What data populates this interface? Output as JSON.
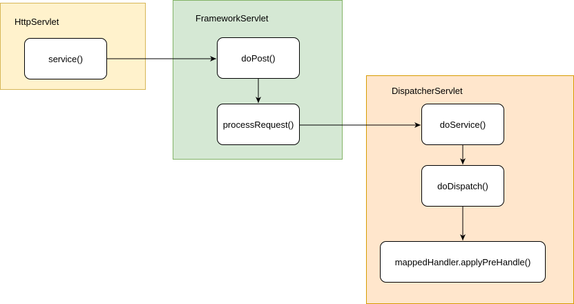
{
  "groups": {
    "http": {
      "title": "HttpServlet",
      "color": "#fff2cc",
      "border": "#d6b656"
    },
    "framework": {
      "title": "FrameworkServlet",
      "color": "#d5e8d4",
      "border": "#82b366"
    },
    "dispatcher": {
      "title": "DispatcherServlet",
      "color": "#ffe6cc",
      "border": "#d79b00"
    }
  },
  "nodes": {
    "service": "service()",
    "do_post": "doPost()",
    "process_request": "processRequest()",
    "do_service": "doService()",
    "do_dispatch": "doDispatch()",
    "apply_pre_handle": "mappedHandler.applyPreHandle()"
  },
  "edges": [
    {
      "from": "service()",
      "to": "doPost()"
    },
    {
      "from": "doPost()",
      "to": "processRequest()"
    },
    {
      "from": "processRequest()",
      "to": "doService()"
    },
    {
      "from": "doService()",
      "to": "doDispatch()"
    },
    {
      "from": "doDispatch()",
      "to": "mappedHandler.applyPreHandle()"
    }
  ]
}
